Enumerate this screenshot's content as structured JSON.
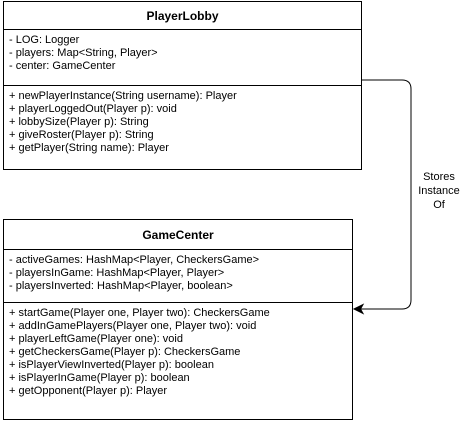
{
  "player_lobby": {
    "name": "PlayerLobby",
    "attributes": [
      "- LOG: Logger",
      "- players: Map<String, Player>",
      "- center: GameCenter"
    ],
    "methods": [
      "+ newPlayerInstance(String username): Player",
      "+ playerLoggedOut(Player p): void",
      "+ lobbySize(Player p): String",
      "+ giveRoster(Player p): String",
      "+ getPlayer(String name): Player"
    ]
  },
  "game_center": {
    "name": "GameCenter",
    "attributes": [
      "- activeGames: HashMap<Player, CheckersGame>",
      "- playersInGame: HashMap<Player, Player>",
      "- playersInverted: HashMap<Player, boolean>"
    ],
    "methods": [
      "+ startGame(Player one, Player two): CheckersGame",
      "+ addInGamePlayers(Player one, Player two): void",
      "+ playerLeftGame(Player one): void",
      "+ getCheckersGame(Player p): CheckersGame",
      "+ isPlayerViewInverted(Player p): boolean",
      "+ isPlayerInGame(Player p): boolean",
      "+ getOpponent(Player p): Player"
    ]
  },
  "association": {
    "label_lines": [
      "Stores",
      "Instance",
      "Of"
    ]
  }
}
